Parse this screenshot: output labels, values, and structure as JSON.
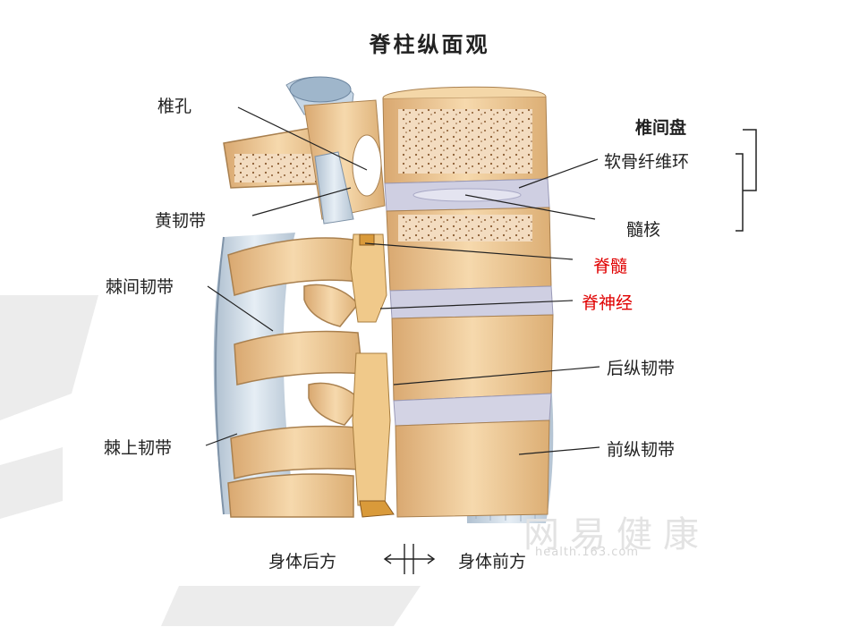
{
  "title": "脊柱纵面观",
  "labels": {
    "vertebral_foramen": "椎孔",
    "ligamentum_flavum": "黄韧带",
    "interspinous_ligament": "棘间韧带",
    "supraspinous_ligament": "棘上韧带",
    "intervertebral_disc": "椎间盘",
    "annulus_fibrosus": "软骨纤维环",
    "nucleus_pulposus": "髓核",
    "spinal_cord": "脊髓",
    "spinal_nerve": "脊神经",
    "posterior_longitudinal_ligament": "后纵韧带",
    "anterior_longitudinal_ligament": "前纵韧带"
  },
  "orientation": {
    "posterior": "身体后方",
    "anterior": "身体前方"
  },
  "watermark": {
    "text": "网易健康",
    "url": "health.163.com"
  },
  "colors": {
    "highlight_label": "#e00000",
    "bone": "#f1cf9d",
    "ligament": "#c9d7e3",
    "disc": "#c8c8dc"
  }
}
